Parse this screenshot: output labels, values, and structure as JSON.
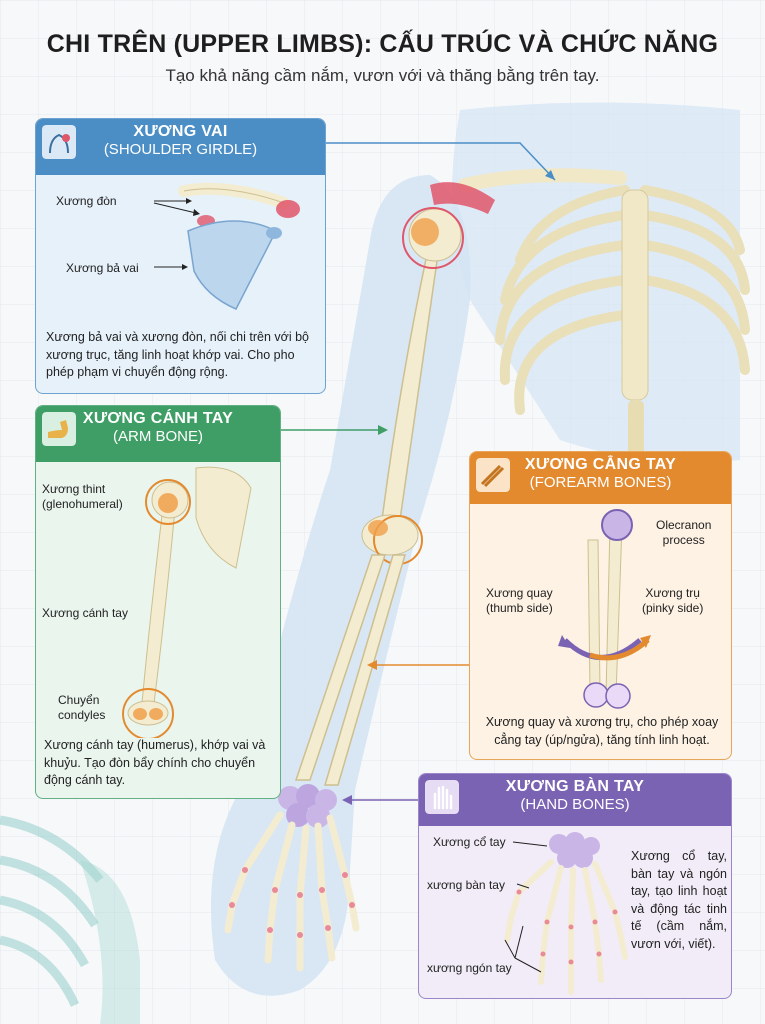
{
  "title": "CHI TRÊN (UPPER LIMBS): CẤU TRÚC VÀ CHỨC NĂNG",
  "subtitle": "Tạo khả năng cầm nắm, vươn với và thăng bằng trên tay.",
  "colors": {
    "blue": "#4b8ec6",
    "green": "#3f9e66",
    "orange": "#e48a2e",
    "purple": "#7b63b3",
    "bone": "#f3ecd0",
    "joint_red": "#e0566a"
  },
  "shoulder": {
    "title": "XƯƠNG VAI",
    "subtitle": "(SHOULDER GIRDLE)",
    "icon": "shoulder-icon",
    "labels": {
      "clavicle": "Xương đòn",
      "scapula": "Xương bả vai"
    },
    "text": "Xương bả vai và xương đòn, nối chi trên với bộ xương trục, tăng linh hoạt khớp vai. Cho pho phép phạm vi chuyển động rộng."
  },
  "arm": {
    "title": "XƯƠNG CÁNH TAY",
    "subtitle": "(ARM BONE)",
    "icon": "flexed-arm-icon",
    "labels": {
      "joint": "Xương thint\n(glenohumeral)",
      "humerus": "Xương cánh tay",
      "condyles": "Chuyển\ncondyles"
    },
    "text": "Xương cánh tay (humerus), khớp vai và khuỷu. Tạo đòn bẩy chính cho chuyển động cánh tay."
  },
  "forearm": {
    "title": "XƯƠNG CẲNG TAY",
    "subtitle": "(FOREARM BONES)",
    "icon": "forearm-icon",
    "labels": {
      "olecranon": "Olecranon\nprocess",
      "radius": "Xương quay\n(thumb side)",
      "ulna": "Xương trụ\n(pinky side)"
    },
    "text": "Xương quay và xương trụ, cho phép xoay cẳng tay (úp/ngửa), tăng tính linh hoạt."
  },
  "hand": {
    "title": "XƯƠNG BÀN TAY",
    "subtitle": "(HAND BONES)",
    "icon": "hand-icon",
    "labels": {
      "carpals": "Xương cổ tay",
      "metacarpals": "xương bàn tay",
      "phalanges": "xương ngón tay"
    },
    "text": "Xương cổ tay, bàn tay và ngón tay, tạo linh hoạt và động tác tinh tế (cầm nắm, vươn với, viết)."
  }
}
